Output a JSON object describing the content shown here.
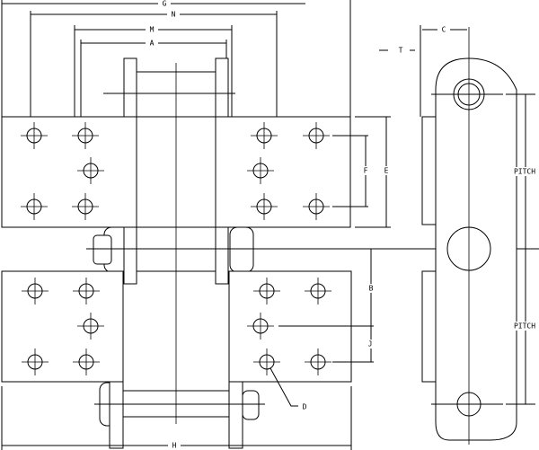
{
  "dimensions": {
    "G": "G",
    "N": "N",
    "M": "M",
    "A": "A",
    "C": "C",
    "T": "T",
    "E": "E",
    "F": "F",
    "pitch_upper": "PITCH",
    "pitch_lower": "PITCH",
    "B": "B",
    "J": "J",
    "D": "D",
    "H": "H"
  },
  "colors": {
    "line": "#000000",
    "background": "#ffffff"
  }
}
